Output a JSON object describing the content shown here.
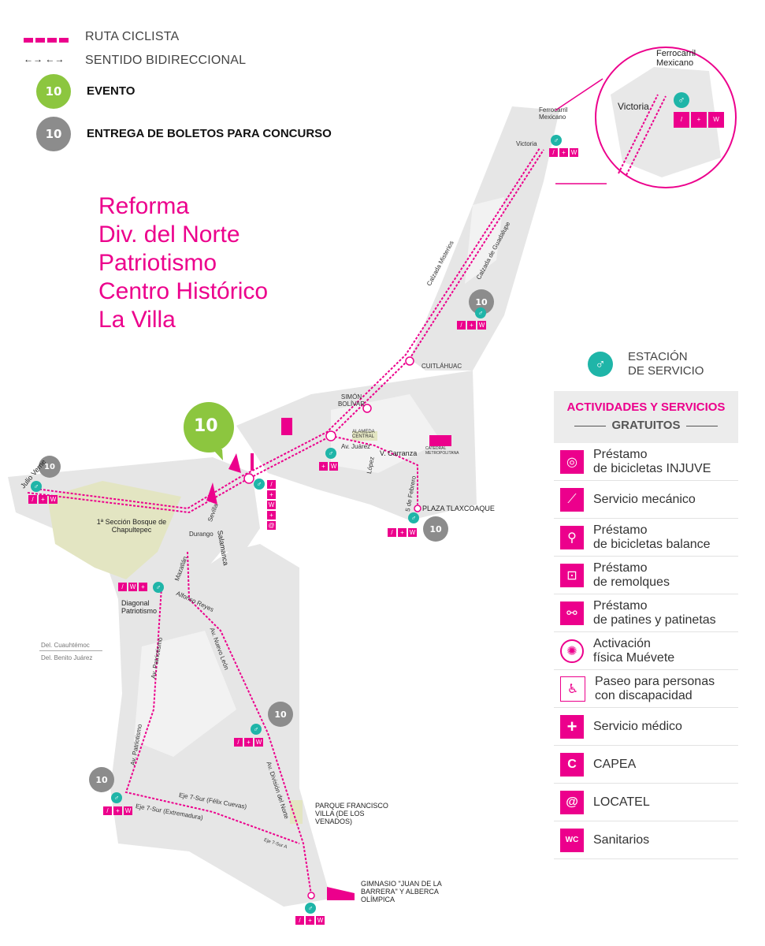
{
  "legend": {
    "ruta": "RUTA CICLISTA",
    "sentido": "SENTIDO BIDIRECCIONAL",
    "evento": "EVENTO",
    "entrega": "ENTREGA DE BOLETOS PARA CONCURSO",
    "badge_number": "10"
  },
  "routes": [
    "Reforma",
    "Div. del Norte",
    "Patriotismo",
    "Centro Histórico",
    "La Villa"
  ],
  "station_legend": {
    "line1": "ESTACIÓN",
    "line2": "DE SERVICIO"
  },
  "services_panel": {
    "title": "ACTIVIDADES Y SERVICIOS",
    "subtitle": "GRATUITOS",
    "items": [
      {
        "label1": "Préstamo",
        "label2": "de bicicletas INJUVE",
        "icon": "bicycle-wheel-icon"
      },
      {
        "label1": "Servicio mecánico",
        "label2": "",
        "icon": "wrench-icon"
      },
      {
        "label1": "Préstamo",
        "label2": "de bicicletas balance",
        "icon": "balance-bike-icon"
      },
      {
        "label1": "Préstamo",
        "label2": "de remolques",
        "icon": "trailer-icon"
      },
      {
        "label1": "Préstamo",
        "label2": "de patines y patinetas",
        "icon": "skates-icon"
      },
      {
        "label1": "Activación",
        "label2": "física Muévete",
        "icon": "muevete-logo-icon"
      },
      {
        "label1": "Paseo para personas",
        "label2": "con discapacidad",
        "icon": "accessibility-icon"
      },
      {
        "label1": "Servicio médico",
        "label2": "",
        "icon": "medical-cross-icon"
      },
      {
        "label1": "CAPEA",
        "label2": "",
        "icon": "capea-icon"
      },
      {
        "label1": "LOCATEL",
        "label2": "",
        "icon": "locatel-icon"
      },
      {
        "label1": "Sanitarios",
        "label2": "",
        "icon": "wc-icon"
      }
    ]
  },
  "map_labels": {
    "ferrocarril": "Ferrocarril Mexicano",
    "victoria": "Victoria",
    "calzada_misterios": "Calzada Misterios",
    "calzada_guadalupe": "Calzada de Guadalupe",
    "cuitlahuac": "CUITLÁHUAC",
    "simon_bolivar": "SIMÓN BOLÍVAR",
    "alameda": "ALAMEDA CENTRAL",
    "catedral": "CATEDRAL METROPOLITANA",
    "av_juarez": "Av. Juárez",
    "v_carranza": "V. Carranza",
    "lopez": "López",
    "cinco_febrero": "5 de Febrero",
    "plaza_tlaxcoaque": "PLAZA TLAXCOAQUE",
    "julio_verne": "Julio Verne",
    "bosque": "1ª Sección Bosque de Chapultepec",
    "sevilla": "Sevilla",
    "salamanca": "Salamanca",
    "durango": "Durango",
    "mazatlan": "Mazatlán",
    "alfonso_reyes": "Alfonso Reyes",
    "diagonal": "Diagonal Patriotismo",
    "del_cuauhtemoc": "Del. Cuauhtémoc",
    "del_benito": "Del. Benito Juárez",
    "av_patriotismo": "Av. Patriotismo",
    "av_nuevo_leon": "Av. Nuevo León",
    "av_div_norte": "Av. División del Norte",
    "eje7_felix": "Eje 7-Sur (Félix Cuevas)",
    "eje7_extremadura": "Eje 7-Sur (Extremadura)",
    "eje7a": "Eje 7-Sur A",
    "parque_fv": "PARQUE FRANCISCO VILLA (DE LOS VENADOS)",
    "gimnasio": "GIMNASIO \"JUAN DE LA BARRERA\" Y ALBERCA OLÍMPICA",
    "event_badge_num": "10"
  },
  "colors": {
    "route": "#ec008c",
    "station": "#1fb5a8",
    "event": "#8cc63f",
    "tickets": "#8c8c8c"
  }
}
